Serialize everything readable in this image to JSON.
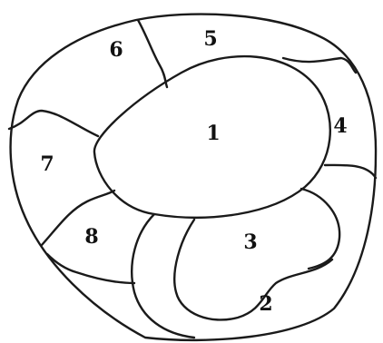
{
  "regions": [
    {
      "id": "1",
      "label": "1"
    },
    {
      "id": "2",
      "label": "2"
    },
    {
      "id": "3",
      "label": "3"
    },
    {
      "id": "4",
      "label": "4"
    },
    {
      "id": "5",
      "label": "5"
    },
    {
      "id": "6",
      "label": "6"
    },
    {
      "id": "7",
      "label": "7"
    },
    {
      "id": "8",
      "label": "8"
    }
  ]
}
